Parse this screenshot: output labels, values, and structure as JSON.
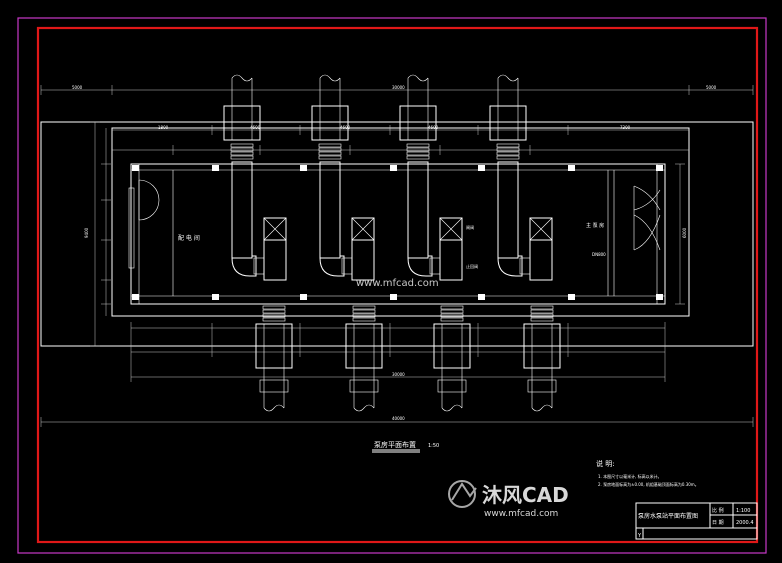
{
  "drawing": {
    "plan_title": "泵房平面布置",
    "plan_scale": "1:50",
    "room_label": "配 电 间",
    "room_label_short": "主 泵 房",
    "valve_label": "DN800",
    "label_gate": "闸阀",
    "label_check": "止回阀"
  },
  "notes": {
    "heading": "说 明:",
    "line1": "1. 本图尺寸以毫米计, 标高以米计。",
    "line2": "2. 泵房地面标高为±0.00, 机组基础顶面标高为0.30m。"
  },
  "title_block": {
    "drawing_name": "泵房水泵站平面布置图",
    "scale_label": "比 例",
    "scale_value": "1:100",
    "date_label": "日 期",
    "date_value": "2000.4",
    "corner_mark": "Y"
  },
  "watermark": {
    "brand": "沐风CAD",
    "url": "www.mfcad.com",
    "center_text": "www.mfcad.com"
  },
  "dimensions": {
    "top_total_left": "5000",
    "top_total_mid": "30000",
    "top_total_right": "5000",
    "seg1": "1800",
    "seg2": "4600",
    "seg3": "4600",
    "seg4": "4600",
    "seg5": "7300",
    "bottom_total": "30000",
    "overall": "40000",
    "left_total": "9400",
    "right_span": "6000"
  }
}
